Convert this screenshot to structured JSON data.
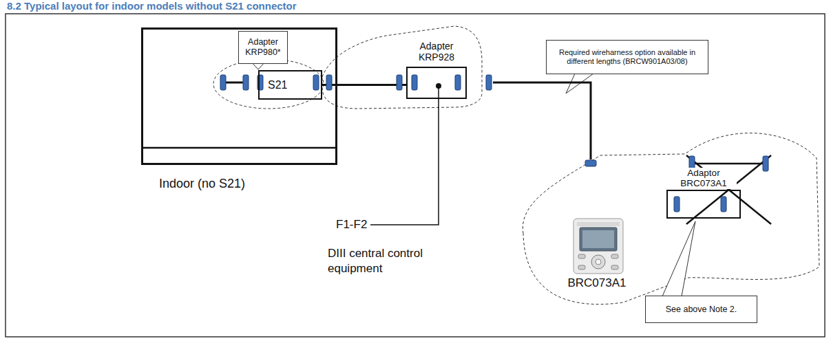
{
  "diagram": {
    "title": "8.2 Typical layout for indoor models without S21 connector",
    "nodes": [
      {
        "text": [
          "Indoor (no S21)"
        ]
      },
      {
        "text": [
          "Adapter KRP980*"
        ],
        "in": 0
      },
      {
        "text": [
          "S21"
        ],
        "in": 0
      },
      {
        "text": [
          "Adapter KRP928"
        ]
      },
      {
        "text": [
          "Required wireharness option available in different lengths (BRCW901A03/08)"
        ]
      },
      {
        "text": [
          "BRC073A1"
        ]
      },
      {
        "text": [
          "Adaptor BRC073A1"
        ]
      },
      {
        "text": [
          "See above Note 2."
        ]
      }
    ],
    "edges": [
      {
        "from": 2,
        "to": 3,
        "arrow": "none"
      }
    ],
    "labels": [
      "F1-F2",
      "DIII central control equipment"
    ]
  }
}
